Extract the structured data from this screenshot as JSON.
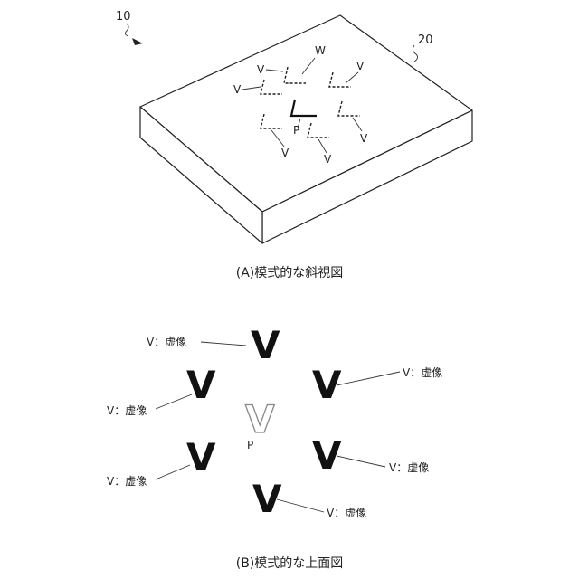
{
  "figure_a": {
    "ref_device": "10",
    "ref_block": "20",
    "label_w": "W",
    "label_p": "P",
    "label_v": "V",
    "caption": "(A)模式的な斜視図"
  },
  "figure_b": {
    "real_image_label": "P",
    "virtual_char": "V",
    "real_char": "V",
    "callout_label": "V：虚像",
    "caption": "(B)模式的な上面図"
  }
}
